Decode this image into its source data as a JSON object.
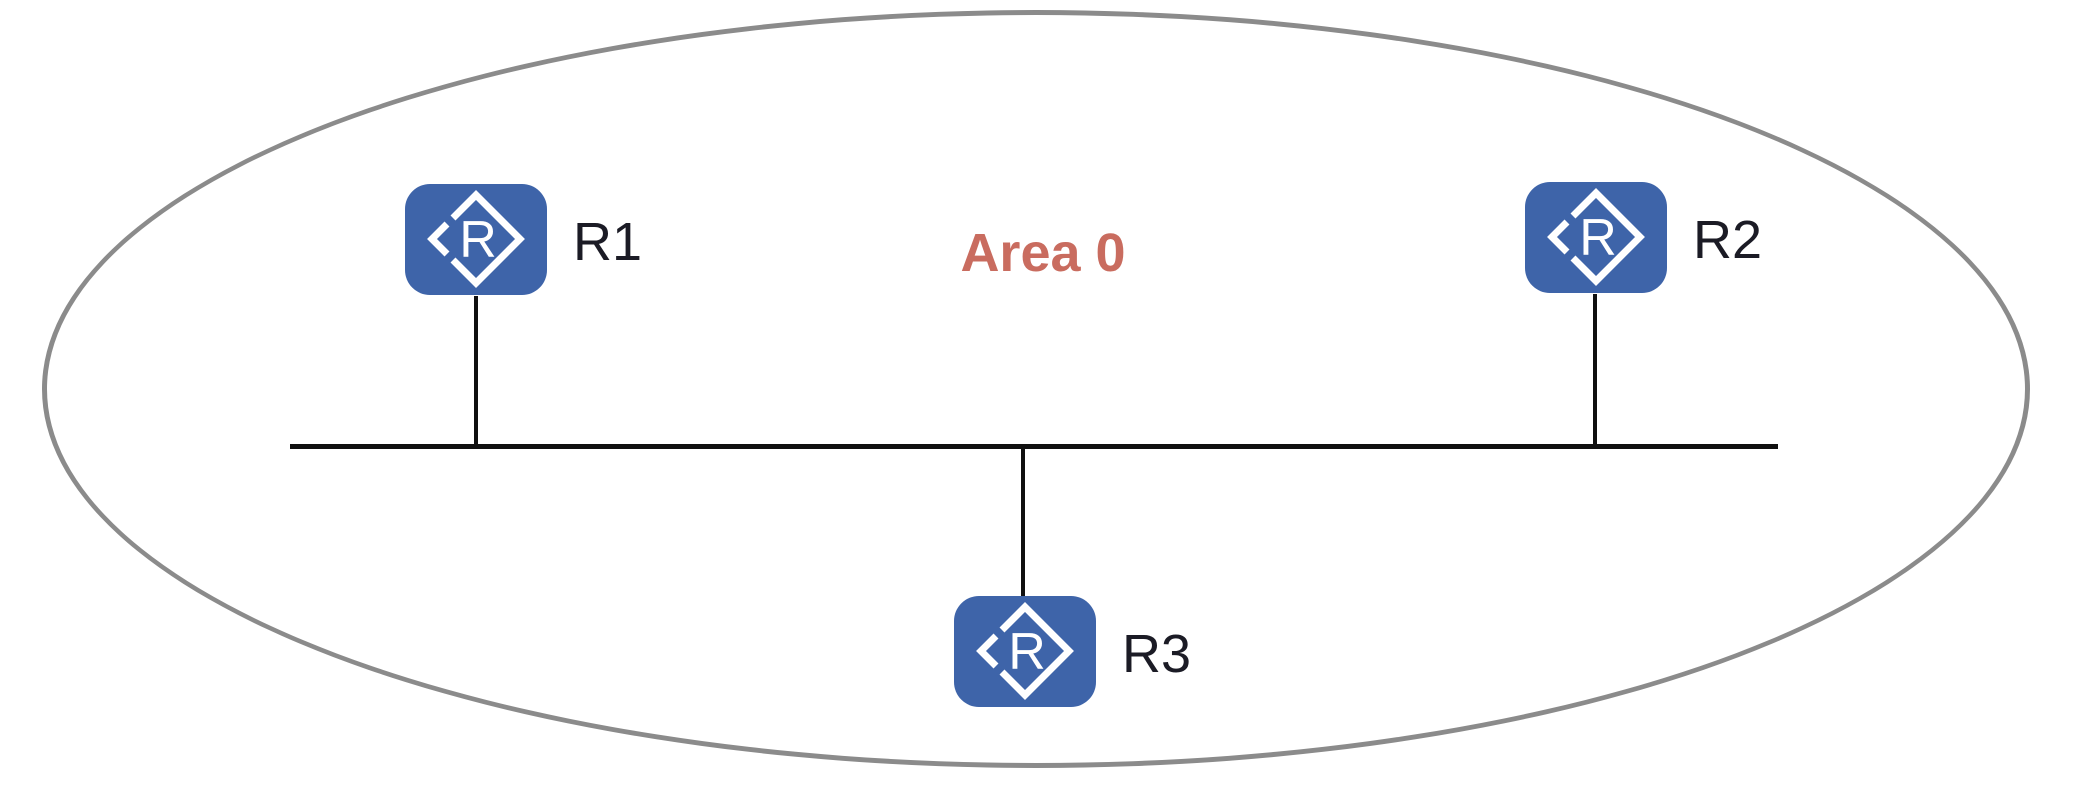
{
  "colors": {
    "router-fill": "#3E64A9",
    "area-label": "#C96C5F",
    "ellipse-stroke": "#8B8B8B",
    "link": "#101010",
    "node-label": "#1B1B25"
  },
  "diagram": {
    "type": "network-topology",
    "area_label": "Area 0",
    "bus": {
      "kind": "shared-segment"
    },
    "routers": [
      {
        "id": "R1",
        "label": "R1",
        "glyph": "R",
        "position": "top-left"
      },
      {
        "id": "R2",
        "label": "R2",
        "glyph": "R",
        "position": "top-right"
      },
      {
        "id": "R3",
        "label": "R3",
        "glyph": "R",
        "position": "bottom-center"
      }
    ],
    "links": [
      {
        "from": "R1",
        "to": "bus"
      },
      {
        "from": "R2",
        "to": "bus"
      },
      {
        "from": "R3",
        "to": "bus"
      }
    ]
  }
}
